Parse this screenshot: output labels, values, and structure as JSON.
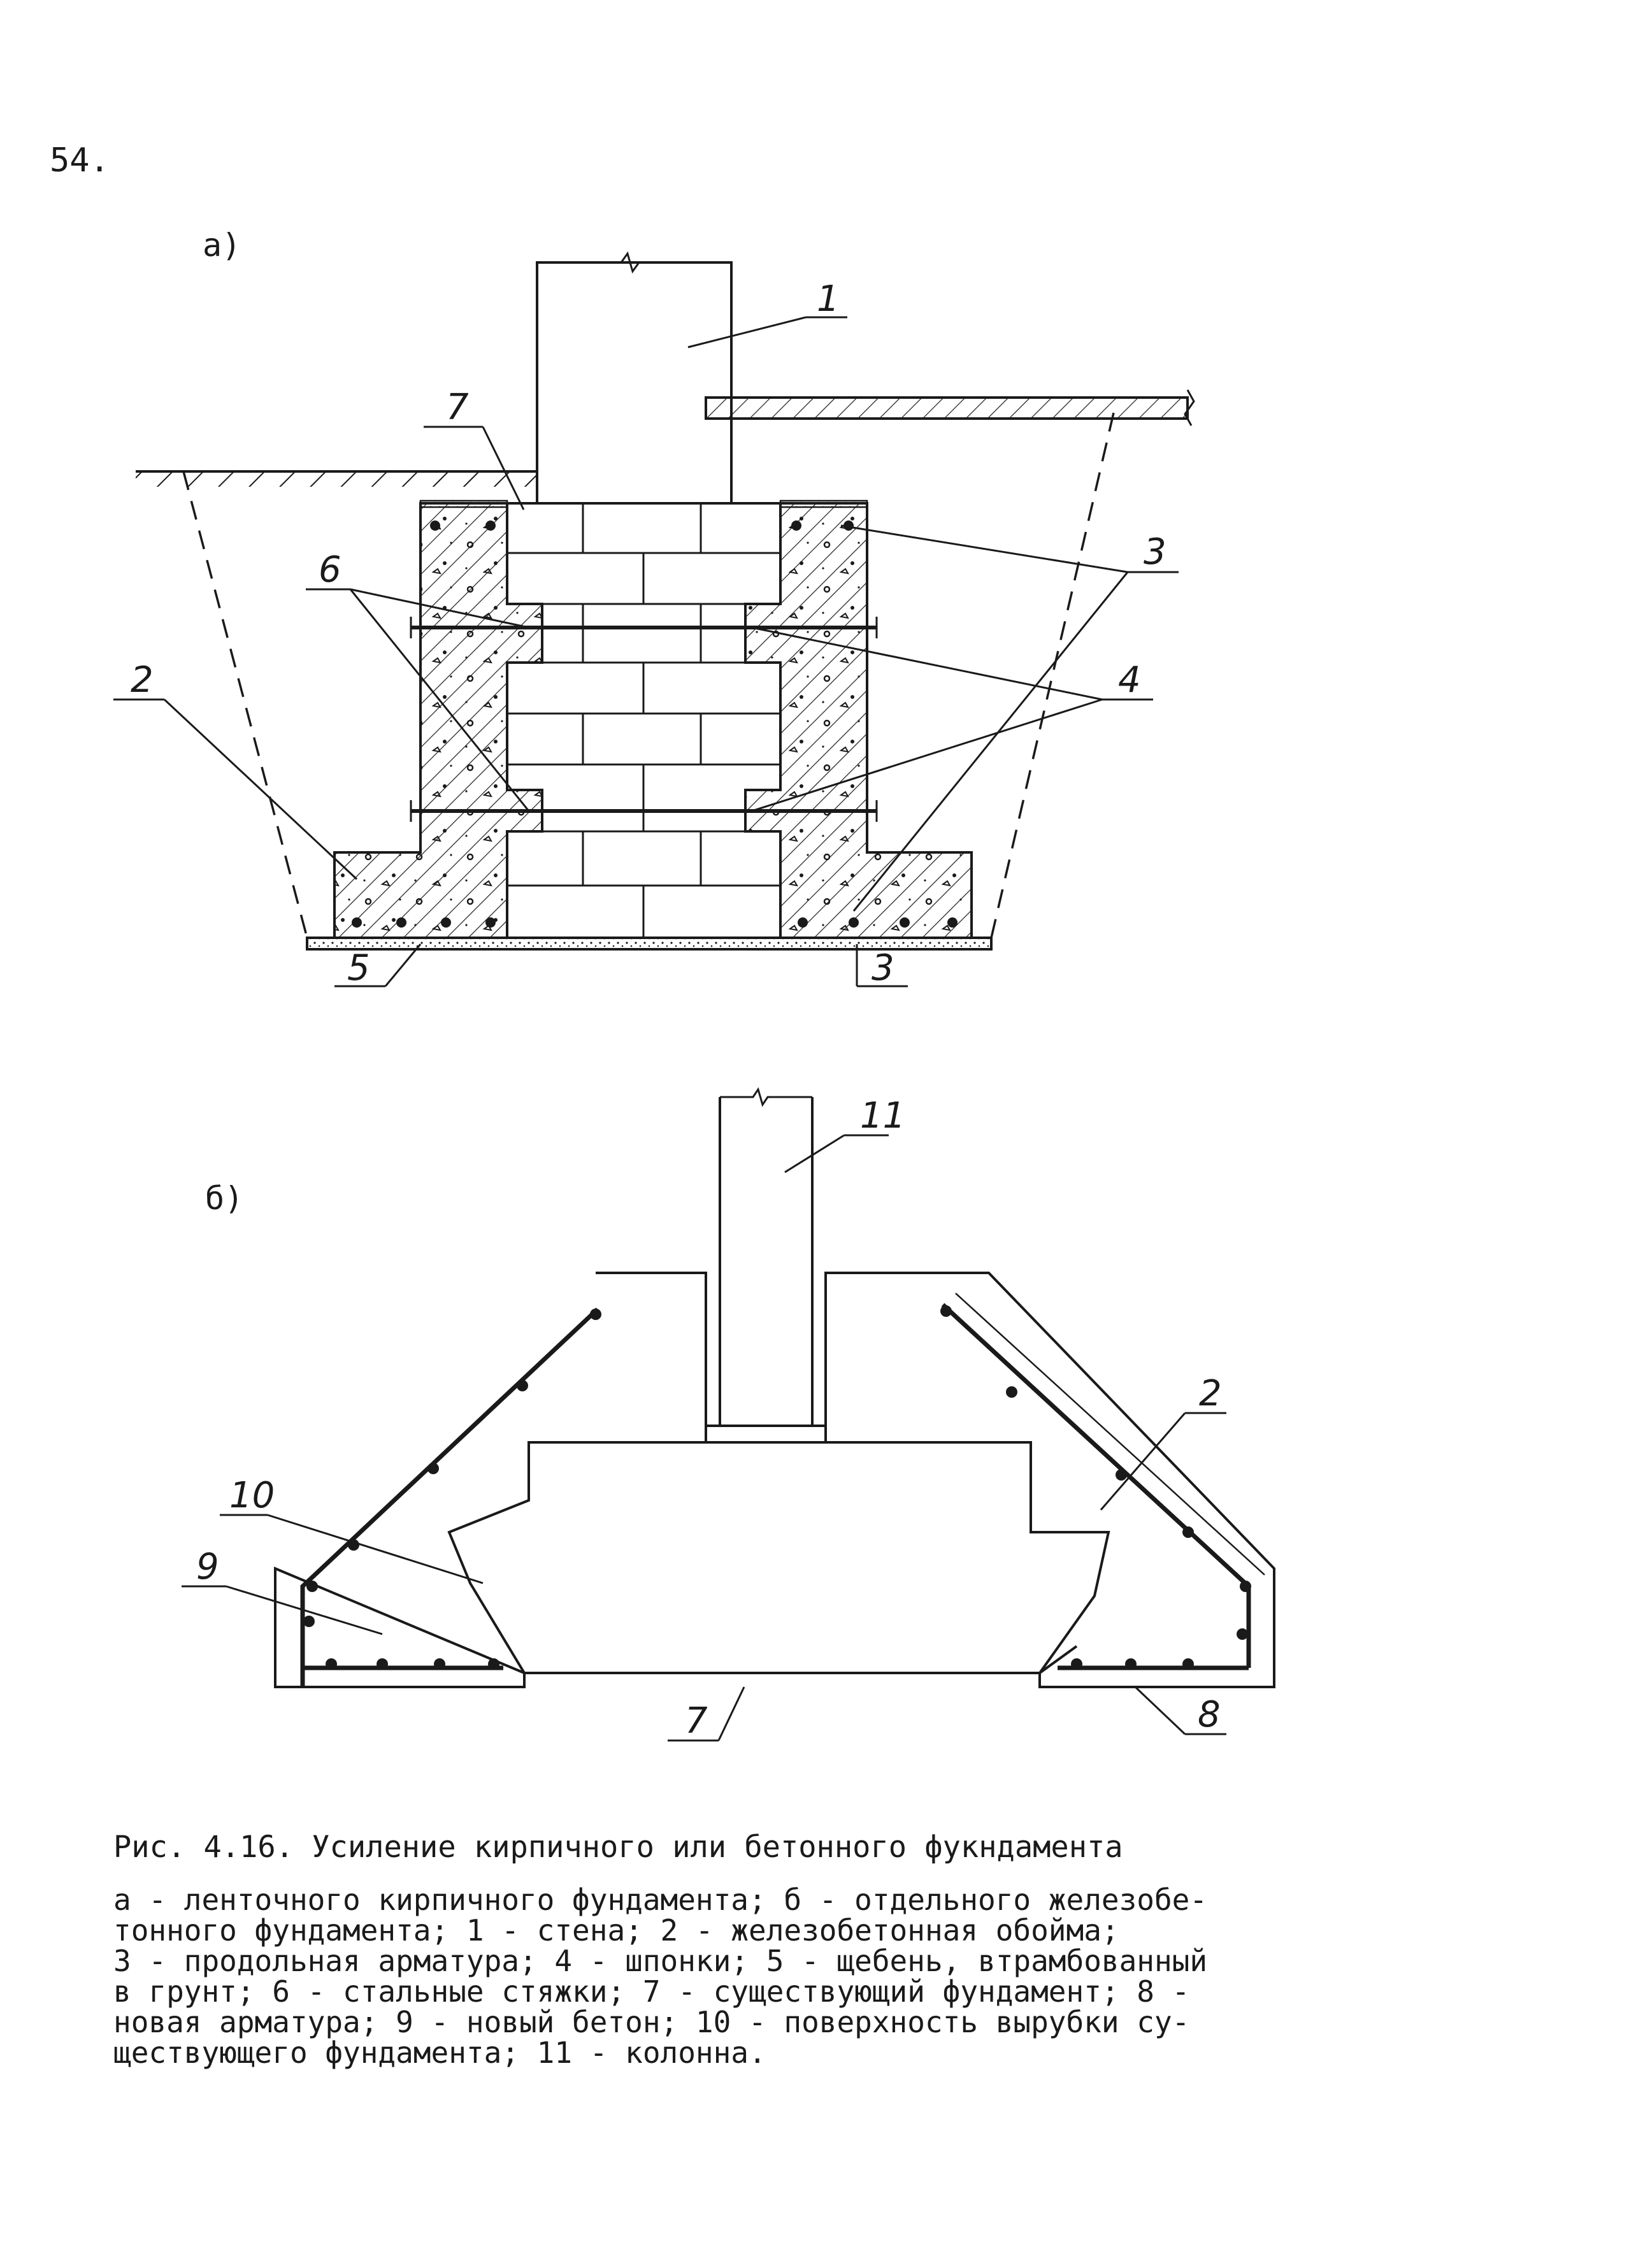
{
  "page_number": "54.",
  "subfigures": {
    "a": "а)",
    "b": "б)"
  },
  "part_labels": {
    "wall": "1",
    "casing_a": "2",
    "rebar_top": "3",
    "rebar_bottom": "3",
    "keys": "4",
    "gravel": "5",
    "ties": "6",
    "existing_a": "7",
    "new_rebar": "8",
    "new_concrete": "9",
    "cut_surface": "10",
    "column": "11",
    "casing_b": "2",
    "existing_b": "7"
  },
  "caption": {
    "title": "Рис. 4.16.  Усиление кирпичного или бетонного фукндамента",
    "legend_lines": [
      "а - ленточного кирпичного фундамента; б - отдельного железобе-",
      "тонного фундамента; 1 - стена; 2 - железобетонная обойма;",
      "3 - продольная арматура; 4 - шпонки; 5 - щебень, втрамбованный",
      "в грунт; 6 - стальные стяжки; 7 - существующий фундамент; 8 -",
      "новая арматура; 9 - новый бетон; 10 - поверхность вырубки су-",
      "ществующего фундамента; 11 - колонна."
    ]
  },
  "colors": {
    "ink": "#1a1a1a",
    "paper": "#ffffff"
  }
}
